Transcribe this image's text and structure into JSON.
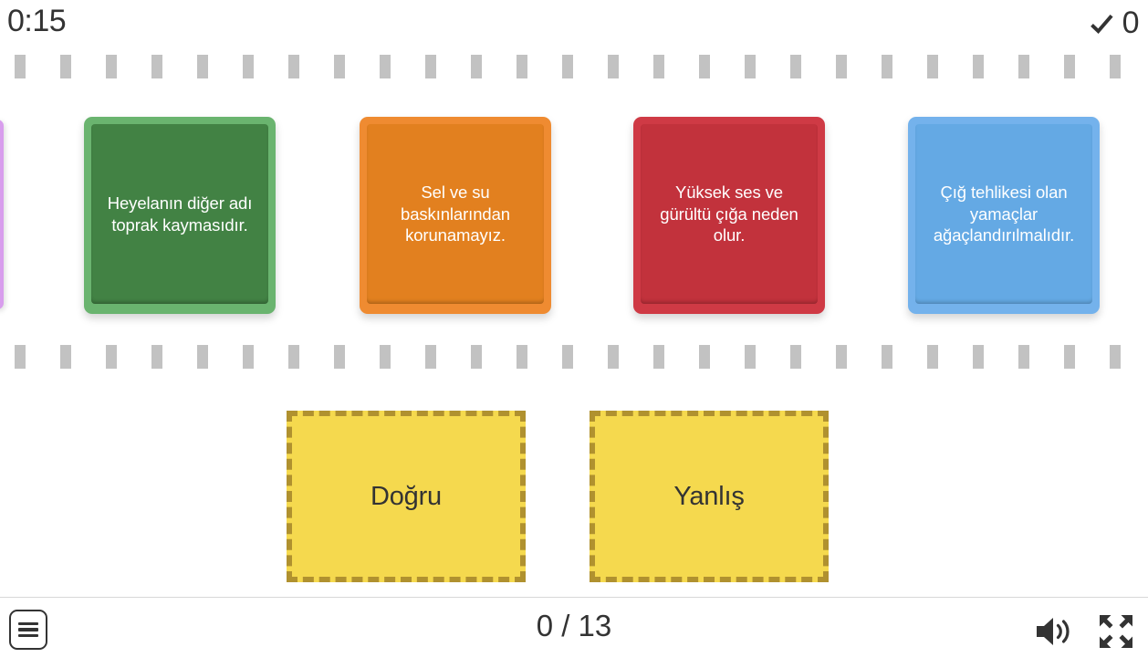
{
  "top_bar": {
    "timer": "0:15",
    "score_icon": "check-icon",
    "score": "0"
  },
  "cards": [
    {
      "text": "Heyelanın diğer adı toprak kaymasıdır.",
      "color": "#428244",
      "frame_color": "#6ab46f",
      "name": "card-green"
    },
    {
      "text": "Sel ve su baskınlarından korunamayız.",
      "color": "#e2801f",
      "frame_color": "#ef8b31",
      "name": "card-orange"
    },
    {
      "text": "Yüksek ses ve gürültü çığa neden olur.",
      "color": "#c2323c",
      "frame_color": "#cf3a45",
      "name": "card-red"
    },
    {
      "text": "Çığ tehlikesi olan yamaçlar ağaçlandırılmalıdır.",
      "color": "#64a9e4",
      "frame_color": "#74b2ec",
      "name": "card-blue"
    }
  ],
  "offscreen_card": {
    "color": "#d89ded"
  },
  "dropzones": [
    {
      "label": "Doğru",
      "fill": "#f5d94e",
      "border": "#b0912f"
    },
    {
      "label": "Yanlış",
      "fill": "#f5d94e",
      "border": "#b0912f"
    }
  ],
  "bottom_bar": {
    "menu_icon": "hamburger-menu-icon",
    "progress": "0 / 13",
    "sound_icon": "volume-on-icon",
    "fullscreen_icon": "fullscreen-expand-icon"
  },
  "track": {
    "dash_color": "#c2c2c2",
    "dash_count": 26
  }
}
